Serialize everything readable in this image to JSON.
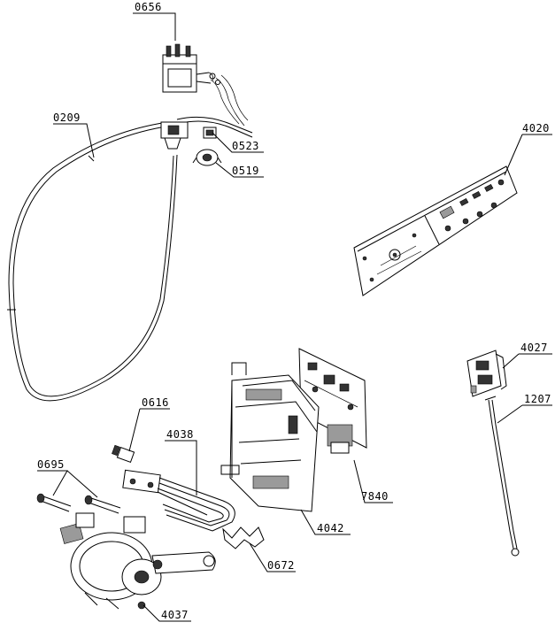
{
  "labels": {
    "l0656": "0656",
    "l0209": "0209",
    "l0523": "0523",
    "l0519": "0519",
    "l4020": "4020",
    "l4027": "4027",
    "l1207": "1207",
    "l0616": "0616",
    "l4038": "4038",
    "l0695": "0695",
    "l7840": "7840",
    "l4042": "4042",
    "l0672": "0672",
    "l4037": "4037"
  }
}
